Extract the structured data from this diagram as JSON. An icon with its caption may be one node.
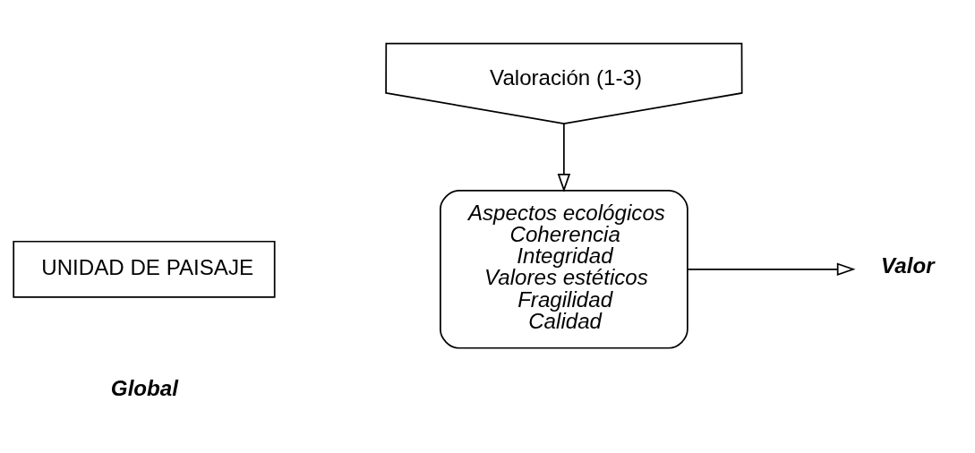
{
  "diagram": {
    "nodes": [
      {
        "text": [
          "Valoración (1-3)"
        ]
      },
      {
        "text": [
          "UNIDAD DE PAISAJE"
        ]
      },
      {
        "text": [
          "Aspectos ecológicos",
          "Coherencia",
          "Integridad",
          "Valores estéticos",
          "Fragilidad",
          "Calidad"
        ]
      },
      {
        "text": [
          "Valor"
        ]
      }
    ],
    "edges": [
      {
        "from": 0,
        "to": 2,
        "arrow": "to"
      },
      {
        "from": 2,
        "to": 3,
        "arrow": "to"
      }
    ],
    "labels": [
      "Global"
    ]
  }
}
